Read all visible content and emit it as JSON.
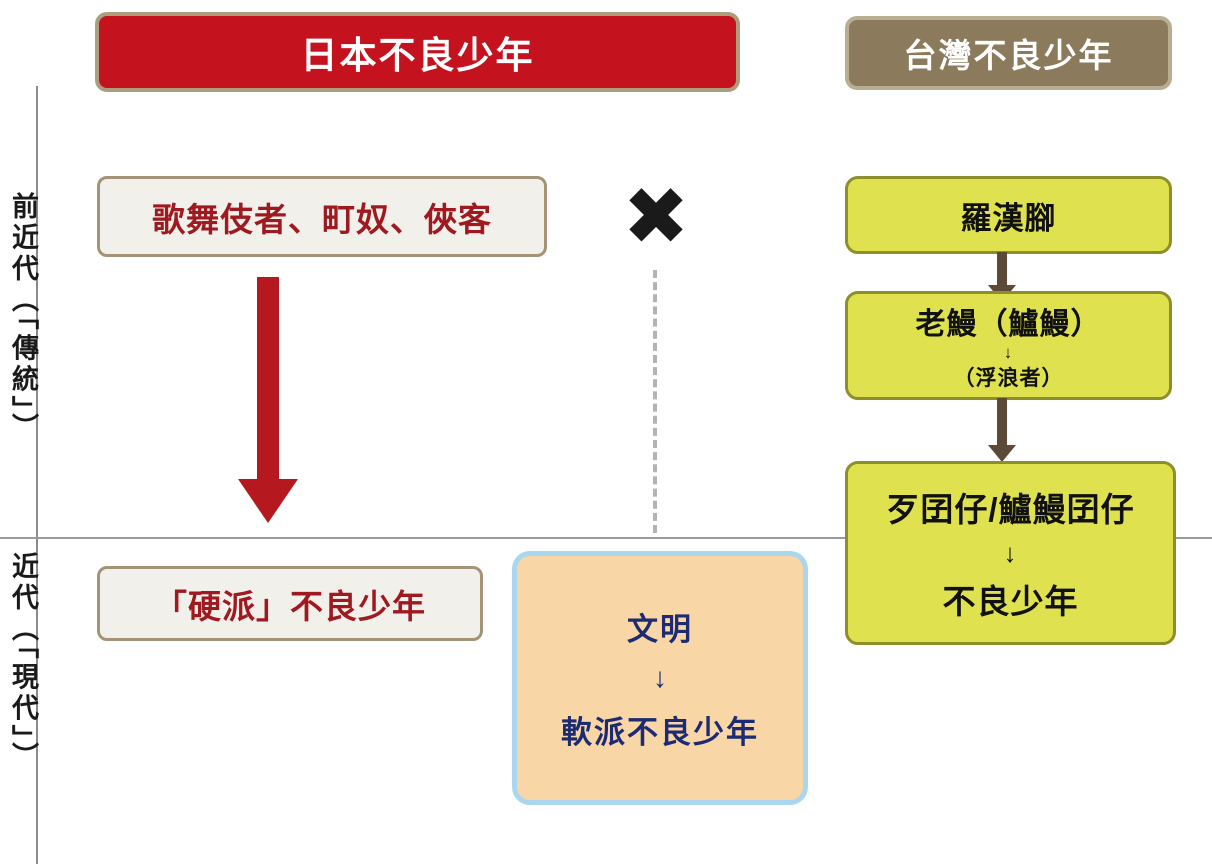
{
  "headers": {
    "japan": {
      "label": "日本不良少年"
    },
    "taiwan": {
      "label": "台灣不良少年"
    }
  },
  "era_axis": {
    "premodern_label": "前近代（「傳統」）",
    "modern_label": "近代（「現代」）"
  },
  "japan_column": {
    "premodern_box_label": "歌舞伎者、町奴、俠客",
    "modern_box_label": "「硬派」不良少年"
  },
  "center": {
    "x_mark": "✖",
    "civilization_box": {
      "line1": "文明",
      "arrow": "↓",
      "line2": "軟派不良少年"
    }
  },
  "taiwan_column": {
    "box1_label": "羅漢腳",
    "box2": {
      "line1": "老鰻（鱸鰻）",
      "arrow": "↓",
      "line2": "（浮浪者）"
    },
    "box3": {
      "line1": "歹囝仔/鱸鰻囝仔",
      "arrow": "↓",
      "line2": "不良少年"
    }
  },
  "colors": {
    "japan_header_bg": "#c5121f",
    "taiwan_header_bg": "#8b7b5c",
    "header_border": "#ab9e7f",
    "red_arrow": "#b5181f",
    "brown_arrow": "#5d4937",
    "dark_red_text": "#9e1a20",
    "navy_text": "#1c2b72",
    "yellow_box_bg": "#dfe24e",
    "yellow_box_border": "#8e8e2b",
    "light_box_bg": "#f2f0ea",
    "light_box_border": "#a59377",
    "peach_box_bg": "#f8d6a6",
    "peach_box_border": "#a8d7ef",
    "axis_line": "#8a8a8a",
    "dashed_line": "#b3b3b3"
  }
}
